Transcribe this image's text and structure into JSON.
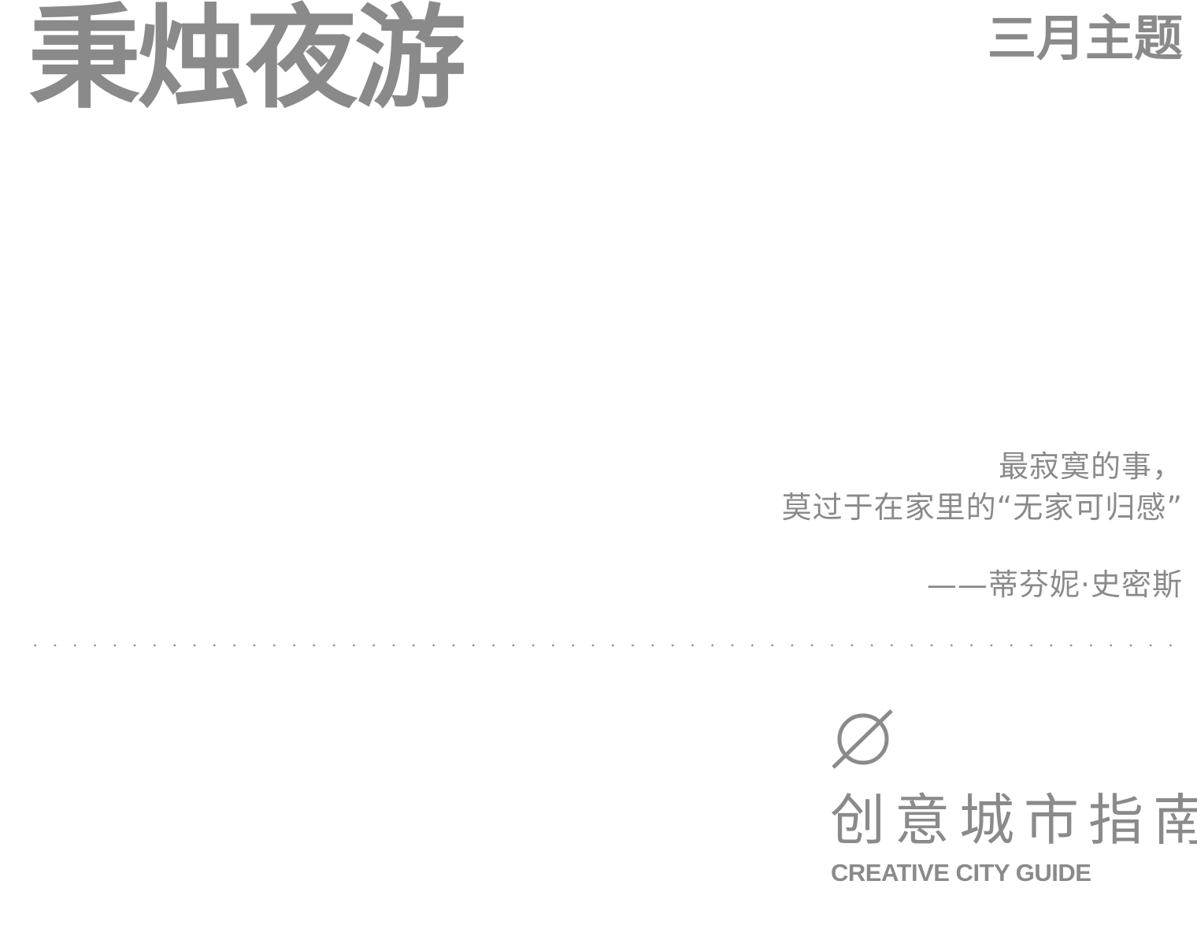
{
  "title": "秉烛夜游",
  "theme_label": "三月主题",
  "quote": {
    "line1": "最寂寞的事，",
    "line2": "莫过于在家里的“无家可归感”",
    "author": "——蒂芬妮·史密斯"
  },
  "brand": {
    "icon": "empty-set-icon",
    "name_cn": "创意城市指南",
    "name_en": "CREATIVE CITY GUIDE"
  },
  "colors": {
    "text": "#8a8a8a",
    "background": "#ffffff"
  }
}
